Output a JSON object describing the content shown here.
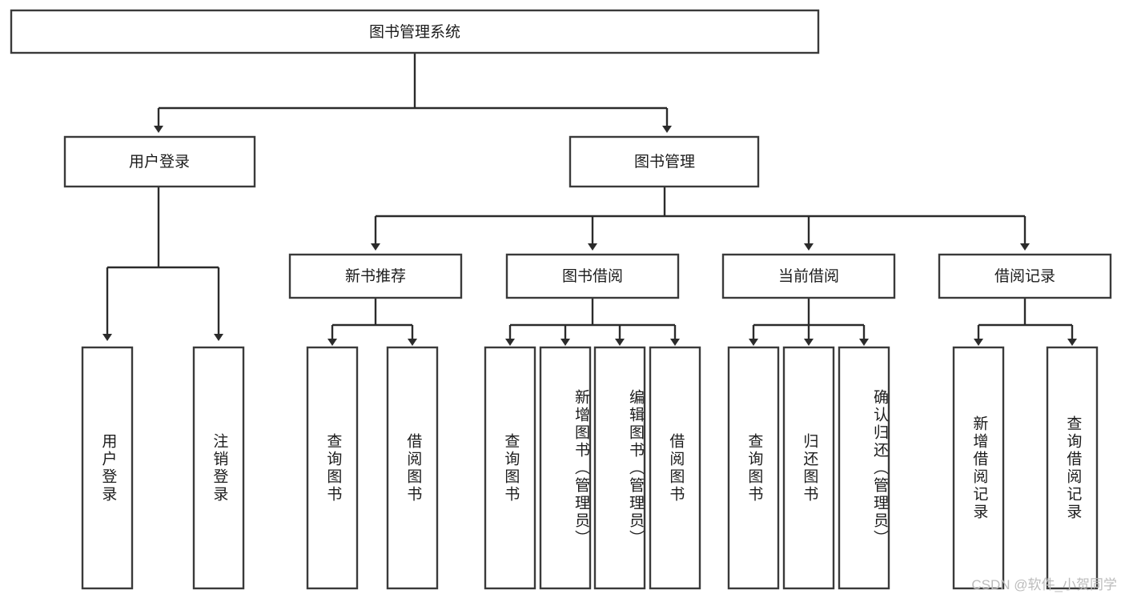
{
  "diagram": {
    "title": "图书管理系统",
    "type": "hierarchy-tree",
    "watermark": "CSDN @软件_小贺同学",
    "colors": {
      "box_stroke": "#3a3a3a",
      "connector": "#2b2b2b",
      "box_fill": "#ffffff",
      "text": "#1c1c1c",
      "watermark": "#bcbcbc"
    },
    "root": {
      "label": "图书管理系统"
    },
    "level1": [
      {
        "label": "用户登录"
      },
      {
        "label": "图书管理"
      }
    ],
    "level2": [
      {
        "label": "新书推荐"
      },
      {
        "label": "图书借阅"
      },
      {
        "label": "当前借阅"
      },
      {
        "label": "借阅记录"
      }
    ],
    "leaves": {
      "user_login": [
        {
          "label": "用户登录"
        },
        {
          "label": "注销登录"
        }
      ],
      "new_book_recommend": [
        {
          "label": "查询图书"
        },
        {
          "label": "借阅图书"
        }
      ],
      "book_borrow": [
        {
          "label": "查询图书"
        },
        {
          "label": "新增图书（管理员）"
        },
        {
          "label": "编辑图书（管理员）"
        },
        {
          "label": "借阅图书"
        }
      ],
      "current_borrow": [
        {
          "label": "查询图书"
        },
        {
          "label": "归还图书"
        },
        {
          "label": "确认归还（管理员）"
        }
      ],
      "borrow_record": [
        {
          "label": "新增借阅记录"
        },
        {
          "label": "查询借阅记录"
        }
      ]
    }
  }
}
